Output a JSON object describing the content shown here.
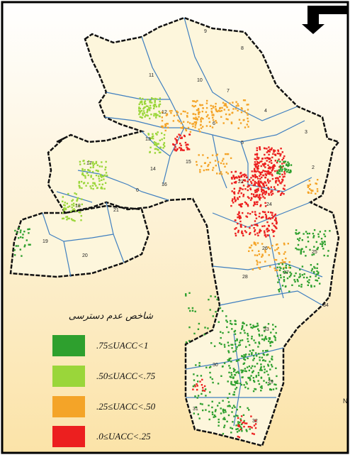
{
  "map": {
    "district_labels": [
      "9",
      "8",
      "11",
      "10",
      "7",
      "12",
      "4",
      "6",
      "3",
      "13",
      "5",
      "17",
      "15",
      "14",
      "16",
      "0",
      "2",
      "22",
      "18",
      "21",
      "24",
      "19",
      "20",
      "26",
      "25",
      "28",
      "27",
      "34",
      "33",
      "30",
      "29",
      "31",
      "32"
    ]
  },
  "legend": {
    "title": "شاخص عدم دسترسی",
    "items": [
      {
        "label": ".75≤UACC<1",
        "color": "#2ea02e"
      },
      {
        "label": ".50≤UACC<.75",
        "color": "#9ad63a"
      },
      {
        "label": ".25≤UACC<.50",
        "color": "#f4a428"
      },
      {
        "label": ".0≤UACC<.25",
        "color": "#ec1f1f"
      }
    ]
  },
  "north_arrow": {
    "label": "N"
  },
  "colors": {
    "background_top": "#ffffff",
    "background_bottom": "#fbe3a8",
    "boundary": "#111111",
    "district_lines": "#3f7fc0"
  }
}
